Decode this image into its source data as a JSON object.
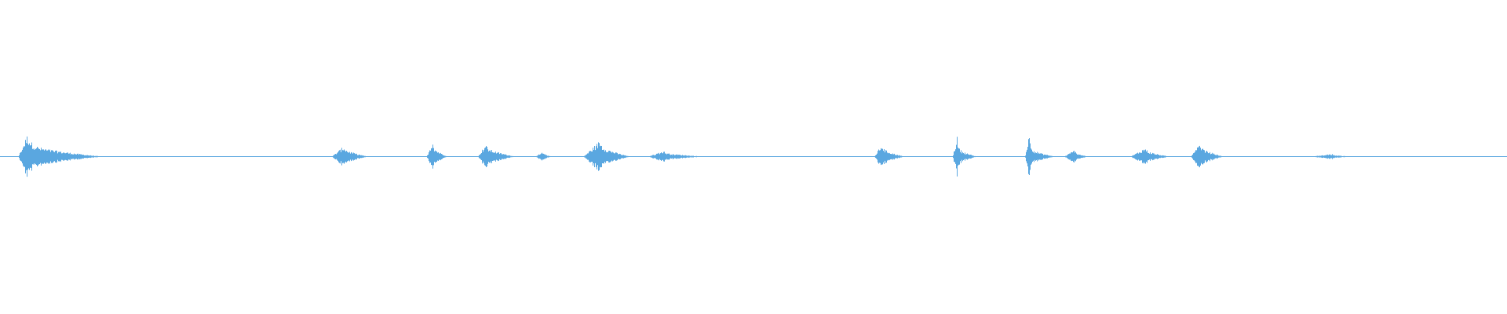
{
  "waveform": {
    "color": "#5aa7e0",
    "background": "#ffffff",
    "baseline_amplitude": 0.01,
    "duration": 1,
    "bursts": [
      {
        "start": 0.012,
        "end": 0.068,
        "peak_time": 0.018,
        "peak_amplitude": 0.85,
        "body_amplitude": 0.42
      },
      {
        "start": 0.22,
        "end": 0.244,
        "peak_time": 0.228,
        "peak_amplitude": 0.4,
        "body_amplitude": 0.28
      },
      {
        "start": 0.283,
        "end": 0.297,
        "peak_time": 0.287,
        "peak_amplitude": 0.62,
        "body_amplitude": 0.35
      },
      {
        "start": 0.317,
        "end": 0.342,
        "peak_time": 0.322,
        "peak_amplitude": 0.48,
        "body_amplitude": 0.33
      },
      {
        "start": 0.355,
        "end": 0.366,
        "peak_time": 0.36,
        "peak_amplitude": 0.18,
        "body_amplitude": 0.12
      },
      {
        "start": 0.387,
        "end": 0.418,
        "peak_time": 0.398,
        "peak_amplitude": 0.62,
        "body_amplitude": 0.4
      },
      {
        "start": 0.43,
        "end": 0.468,
        "peak_time": 0.44,
        "peak_amplitude": 0.22,
        "body_amplitude": 0.14
      },
      {
        "start": 0.58,
        "end": 0.6,
        "peak_time": 0.585,
        "peak_amplitude": 0.48,
        "body_amplitude": 0.3
      },
      {
        "start": 0.632,
        "end": 0.648,
        "peak_time": 0.635,
        "peak_amplitude": 0.78,
        "body_amplitude": 0.3
      },
      {
        "start": 0.68,
        "end": 0.7,
        "peak_time": 0.683,
        "peak_amplitude": 0.92,
        "body_amplitude": 0.28
      },
      {
        "start": 0.706,
        "end": 0.722,
        "peak_time": 0.713,
        "peak_amplitude": 0.26,
        "body_amplitude": 0.16
      },
      {
        "start": 0.75,
        "end": 0.776,
        "peak_time": 0.76,
        "peak_amplitude": 0.34,
        "body_amplitude": 0.22
      },
      {
        "start": 0.79,
        "end": 0.812,
        "peak_time": 0.796,
        "peak_amplitude": 0.48,
        "body_amplitude": 0.34
      },
      {
        "start": 0.87,
        "end": 0.898,
        "peak_time": 0.884,
        "peak_amplitude": 0.1,
        "body_amplitude": 0.06
      }
    ]
  }
}
